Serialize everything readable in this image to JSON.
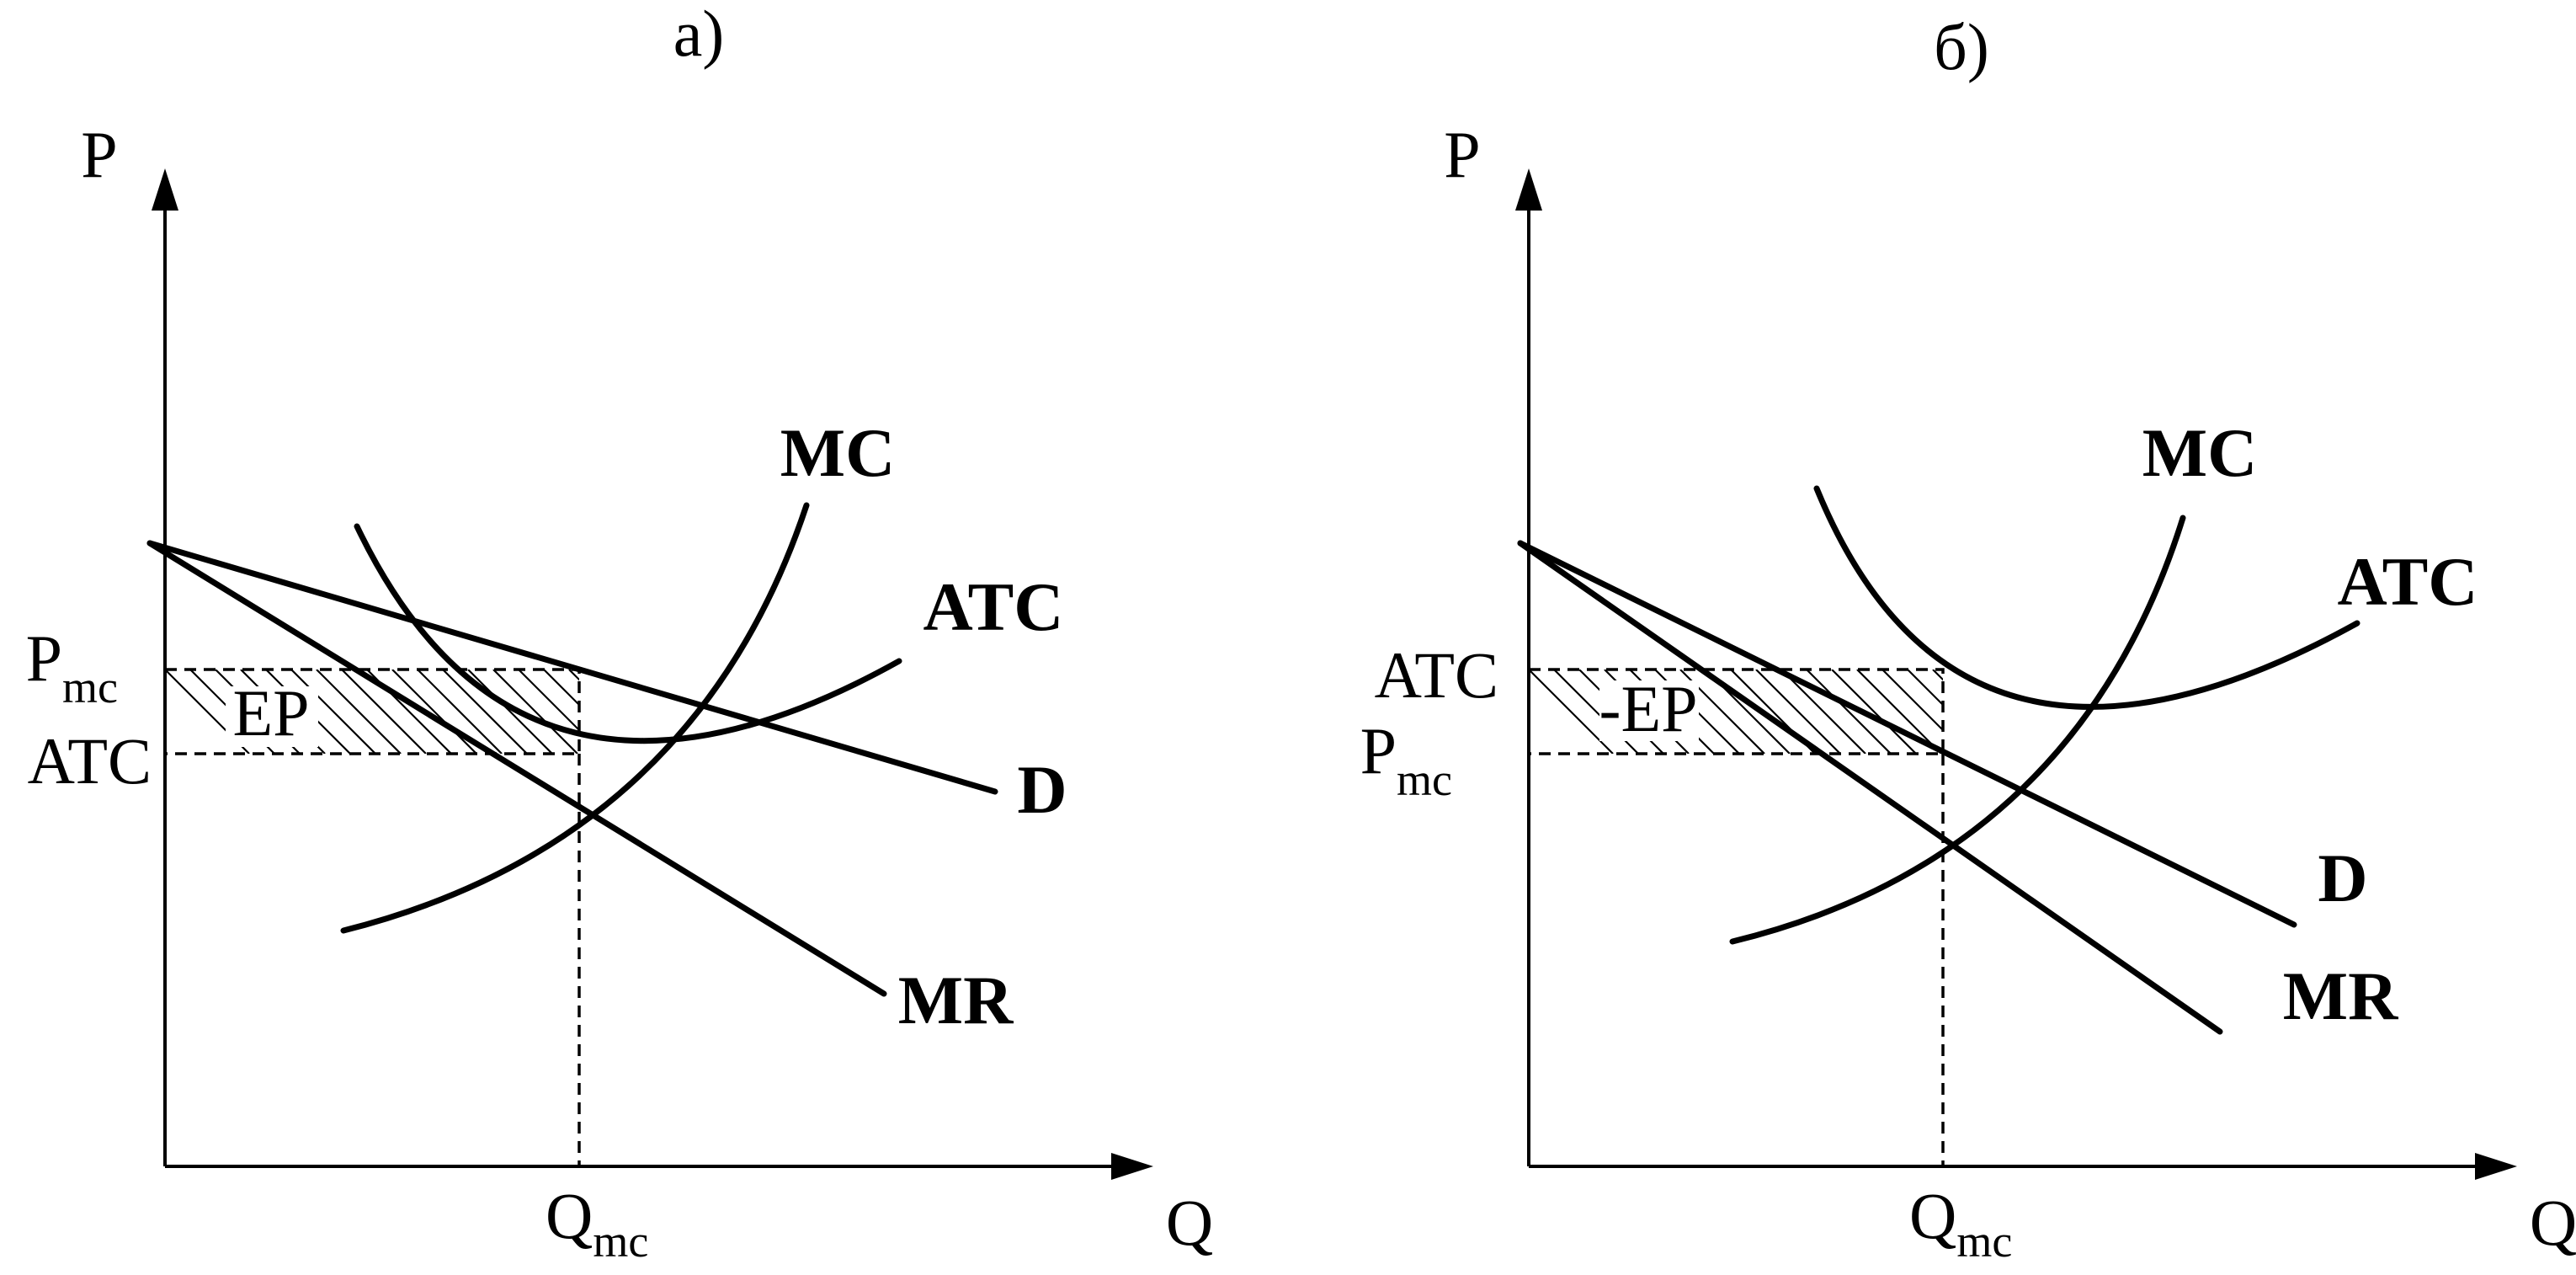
{
  "panels": [
    {
      "title": "а)",
      "y_axis_label": "P",
      "x_axis_label": "Q",
      "q_label": "Q",
      "q_label_sub": "mc",
      "curves": {
        "mc": "MC",
        "atc": "ATC",
        "d": "D",
        "mr": "MR"
      },
      "area_label": "EP",
      "upper_level_label": "P",
      "upper_level_sub": "mc",
      "lower_level_label": "ATC",
      "lower_level_sub": ""
    },
    {
      "title": "б)",
      "y_axis_label": "P",
      "x_axis_label": "Q",
      "q_label": "Q",
      "q_label_sub": "mc",
      "curves": {
        "mc": "MC",
        "atc": "ATC",
        "d": "D",
        "mr": "MR"
      },
      "area_label": "-EP",
      "upper_level_label": "ATC",
      "upper_level_sub": "",
      "lower_level_label": "P",
      "lower_level_sub": "mc"
    }
  ]
}
